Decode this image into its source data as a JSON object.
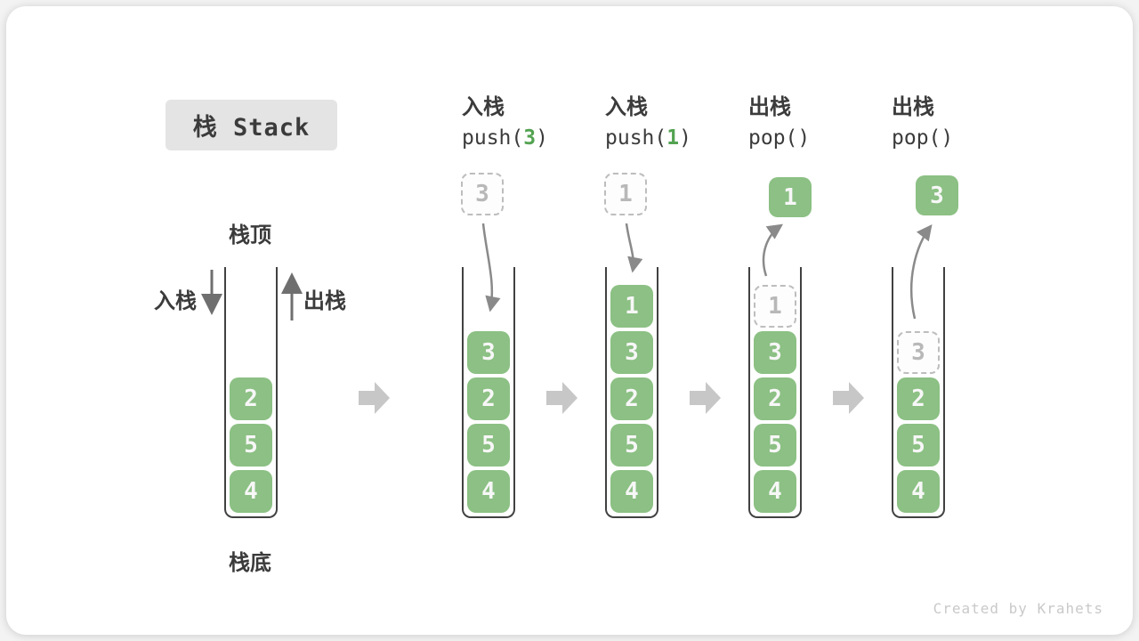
{
  "title": "栈 Stack",
  "side_labels": {
    "top": "栈顶",
    "bottom": "栈底",
    "push": "入栈",
    "pop": "出栈"
  },
  "watermark": "Created by Krahets",
  "colors": {
    "box_green": "#8CC084",
    "box_text": "#F7F7F7",
    "code_arg_green": "#53A351",
    "ghost_gray": "#BDBDBD",
    "text_dark": "#3B3B3B",
    "curve_arrow": "#8A8A8A",
    "straight_arrow": "#6F6F6F",
    "block_arrow": "#C7C7C7",
    "title_bg": "#E4E4E4",
    "wall": "#414141"
  },
  "stages": [
    {
      "op": null,
      "float": null,
      "items": [
        {
          "v": "2",
          "ghost": false
        },
        {
          "v": "5",
          "ghost": false
        },
        {
          "v": "4",
          "ghost": false
        }
      ]
    },
    {
      "op": {
        "cn": "入栈",
        "pre": "push(",
        "arg": "3",
        "post": ")"
      },
      "float": {
        "v": "3",
        "style": "dashed"
      },
      "items": [
        {
          "v": "3",
          "ghost": false
        },
        {
          "v": "2",
          "ghost": false
        },
        {
          "v": "5",
          "ghost": false
        },
        {
          "v": "4",
          "ghost": false
        }
      ]
    },
    {
      "op": {
        "cn": "入栈",
        "pre": "push(",
        "arg": "1",
        "post": ")"
      },
      "float": {
        "v": "1",
        "style": "dashed"
      },
      "items": [
        {
          "v": "1",
          "ghost": false
        },
        {
          "v": "3",
          "ghost": false
        },
        {
          "v": "2",
          "ghost": false
        },
        {
          "v": "5",
          "ghost": false
        },
        {
          "v": "4",
          "ghost": false
        }
      ]
    },
    {
      "op": {
        "cn": "出栈",
        "pre": "pop()",
        "arg": "",
        "post": ""
      },
      "float": {
        "v": "1",
        "style": "solid"
      },
      "items": [
        {
          "v": "1",
          "ghost": true
        },
        {
          "v": "3",
          "ghost": false
        },
        {
          "v": "2",
          "ghost": false
        },
        {
          "v": "5",
          "ghost": false
        },
        {
          "v": "4",
          "ghost": false
        }
      ]
    },
    {
      "op": {
        "cn": "出栈",
        "pre": "pop()",
        "arg": "",
        "post": ""
      },
      "float": {
        "v": "3",
        "style": "solid"
      },
      "items": [
        {
          "v": "3",
          "ghost": true
        },
        {
          "v": "2",
          "ghost": false
        },
        {
          "v": "5",
          "ghost": false
        },
        {
          "v": "4",
          "ghost": false
        }
      ]
    }
  ]
}
